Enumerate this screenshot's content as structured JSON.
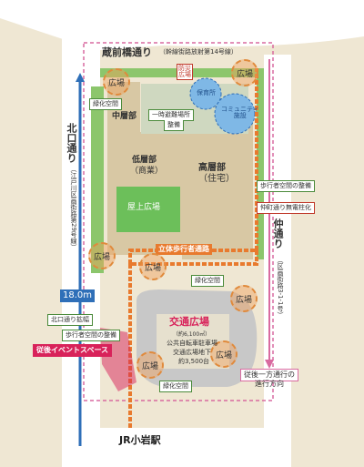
{
  "streets": {
    "top_name": "蔵前橋通り",
    "top_sub": "（幹線街路放射第14号線）",
    "left_name": "北口通り",
    "left_sub": "（江戸川区画街路第29号線）",
    "right_name": "仲通り",
    "right_sub": "（区画街路3-1-1号）",
    "width_badge": "18.0m"
  },
  "buildings": {
    "mid": "中層部",
    "low_main": "低層部",
    "low_sub": "（商業）",
    "high_main": "高層部",
    "high_sub": "（住宅）",
    "roof_plaza": "屋上広場",
    "walkway": "立体歩行者通路"
  },
  "facilities": {
    "disaster_plaza": "防災\n広場",
    "nursery": "保育所",
    "community": "コミュニティ\n施設"
  },
  "plazas": [
    "広場",
    "広場",
    "広場",
    "広場",
    "広場",
    "広場",
    "広場"
  ],
  "labels": {
    "green_top": "緑化空間",
    "green_mid": "緑化空間",
    "green_bottom": "緑化空間",
    "evac_line1": "一時避難場所",
    "evac_line2": "整備",
    "ped_right": "歩行者空間の整備",
    "ped_left": "歩行者空間の整備",
    "underground_power": "仲町通り無電柱化",
    "north_widen": "北口通り拡幅",
    "event_space": "従後イベントスペース",
    "oneway_line1": "従後一方通行の",
    "oneway_line2": "進行方向",
    "station": "JR小岩駅"
  },
  "traffic_plaza": {
    "title": "交通広場",
    "area": "（約6,100㎡）",
    "line1": "公共自転車駐車場",
    "line2": "交通広場地下",
    "line3": "約3,500台"
  },
  "colors": {
    "background": "#efe7d3",
    "road": "#ffffff",
    "pink_boundary": "#d96aa0",
    "orange_walkway": "#e87a2e",
    "blue_road": "#2f6fb8",
    "green_space": "#8cc66c",
    "building": "#d8c8a4",
    "roof": "#6cbf5a",
    "event": "#d8225a"
  }
}
